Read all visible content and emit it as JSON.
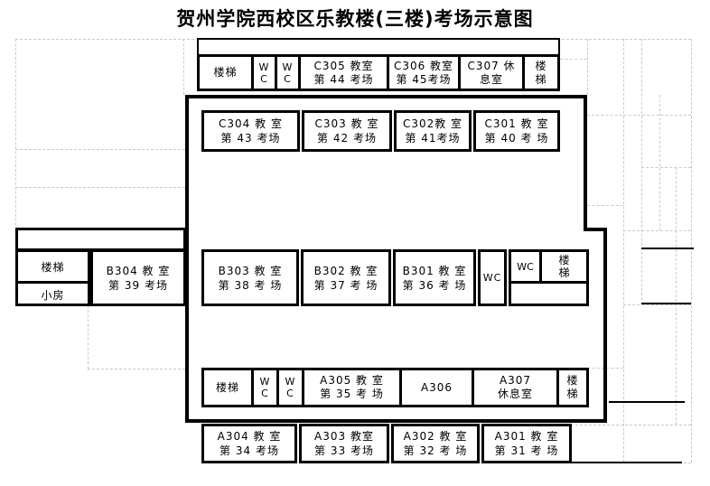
{
  "title": "贺州学院西校区乐教楼(三楼)考场示意图",
  "colors": {
    "wall": "#000000",
    "gridline": "#c9c9c9",
    "background": "#ffffff"
  },
  "top_row": {
    "cells": [
      {
        "l1": "楼梯"
      },
      {
        "l1": "W",
        "l2": "C"
      },
      {
        "l1": "W",
        "l2": "C"
      },
      {
        "l1": "C305 教室",
        "l2": "第 44 考场"
      },
      {
        "l1": "C306 教室",
        "l2": "第 45考场"
      },
      {
        "l1": "C307 休",
        "l2": "息室"
      },
      {
        "l1": "楼",
        "l2": "梯"
      }
    ]
  },
  "c_row": {
    "cells": [
      {
        "l1": "C304 教 室",
        "l2": "第 43 考场"
      },
      {
        "l1": "C303 教 室",
        "l2": "第 42 考场"
      },
      {
        "l1": "C302教 室",
        "l2": "第 41考场"
      },
      {
        "l1": "C301 教 室",
        "l2": "第 40 考 场"
      }
    ]
  },
  "left_block": {
    "stairs": "楼梯",
    "small_room": "小房",
    "b304": {
      "l1": "B304 教 室",
      "l2": "第 39 考场"
    }
  },
  "b_row": {
    "rooms": [
      {
        "l1": "B303 教 室",
        "l2": "第 38 考 场"
      },
      {
        "l1": "B302 教 室",
        "l2": "第 37 考 场"
      },
      {
        "l1": "B301 教 室",
        "l2": "第 36 考 场"
      }
    ],
    "wc_main": "WC",
    "wc_small": "WC",
    "stairs": {
      "l1": "楼",
      "l2": "梯"
    }
  },
  "a_row": {
    "cells": [
      {
        "l1": "楼梯"
      },
      {
        "l1": "W",
        "l2": "C"
      },
      {
        "l1": "W",
        "l2": "C"
      },
      {
        "l1": "A305 教 室",
        "l2": "第 35 考 场"
      },
      {
        "l1": "A306"
      },
      {
        "l1": "A307",
        "l2": "休息室"
      },
      {
        "l1": "楼",
        "l2": "梯"
      }
    ]
  },
  "bottom_row": {
    "cells": [
      {
        "l1": "A304 教 室",
        "l2": "第 34 考场"
      },
      {
        "l1": "A303 教室",
        "l2": "第 33 考场"
      },
      {
        "l1": "A302 教 室",
        "l2": "第 32 考 场"
      },
      {
        "l1": "A301 教 室",
        "l2": "第 31 考 场"
      }
    ]
  }
}
